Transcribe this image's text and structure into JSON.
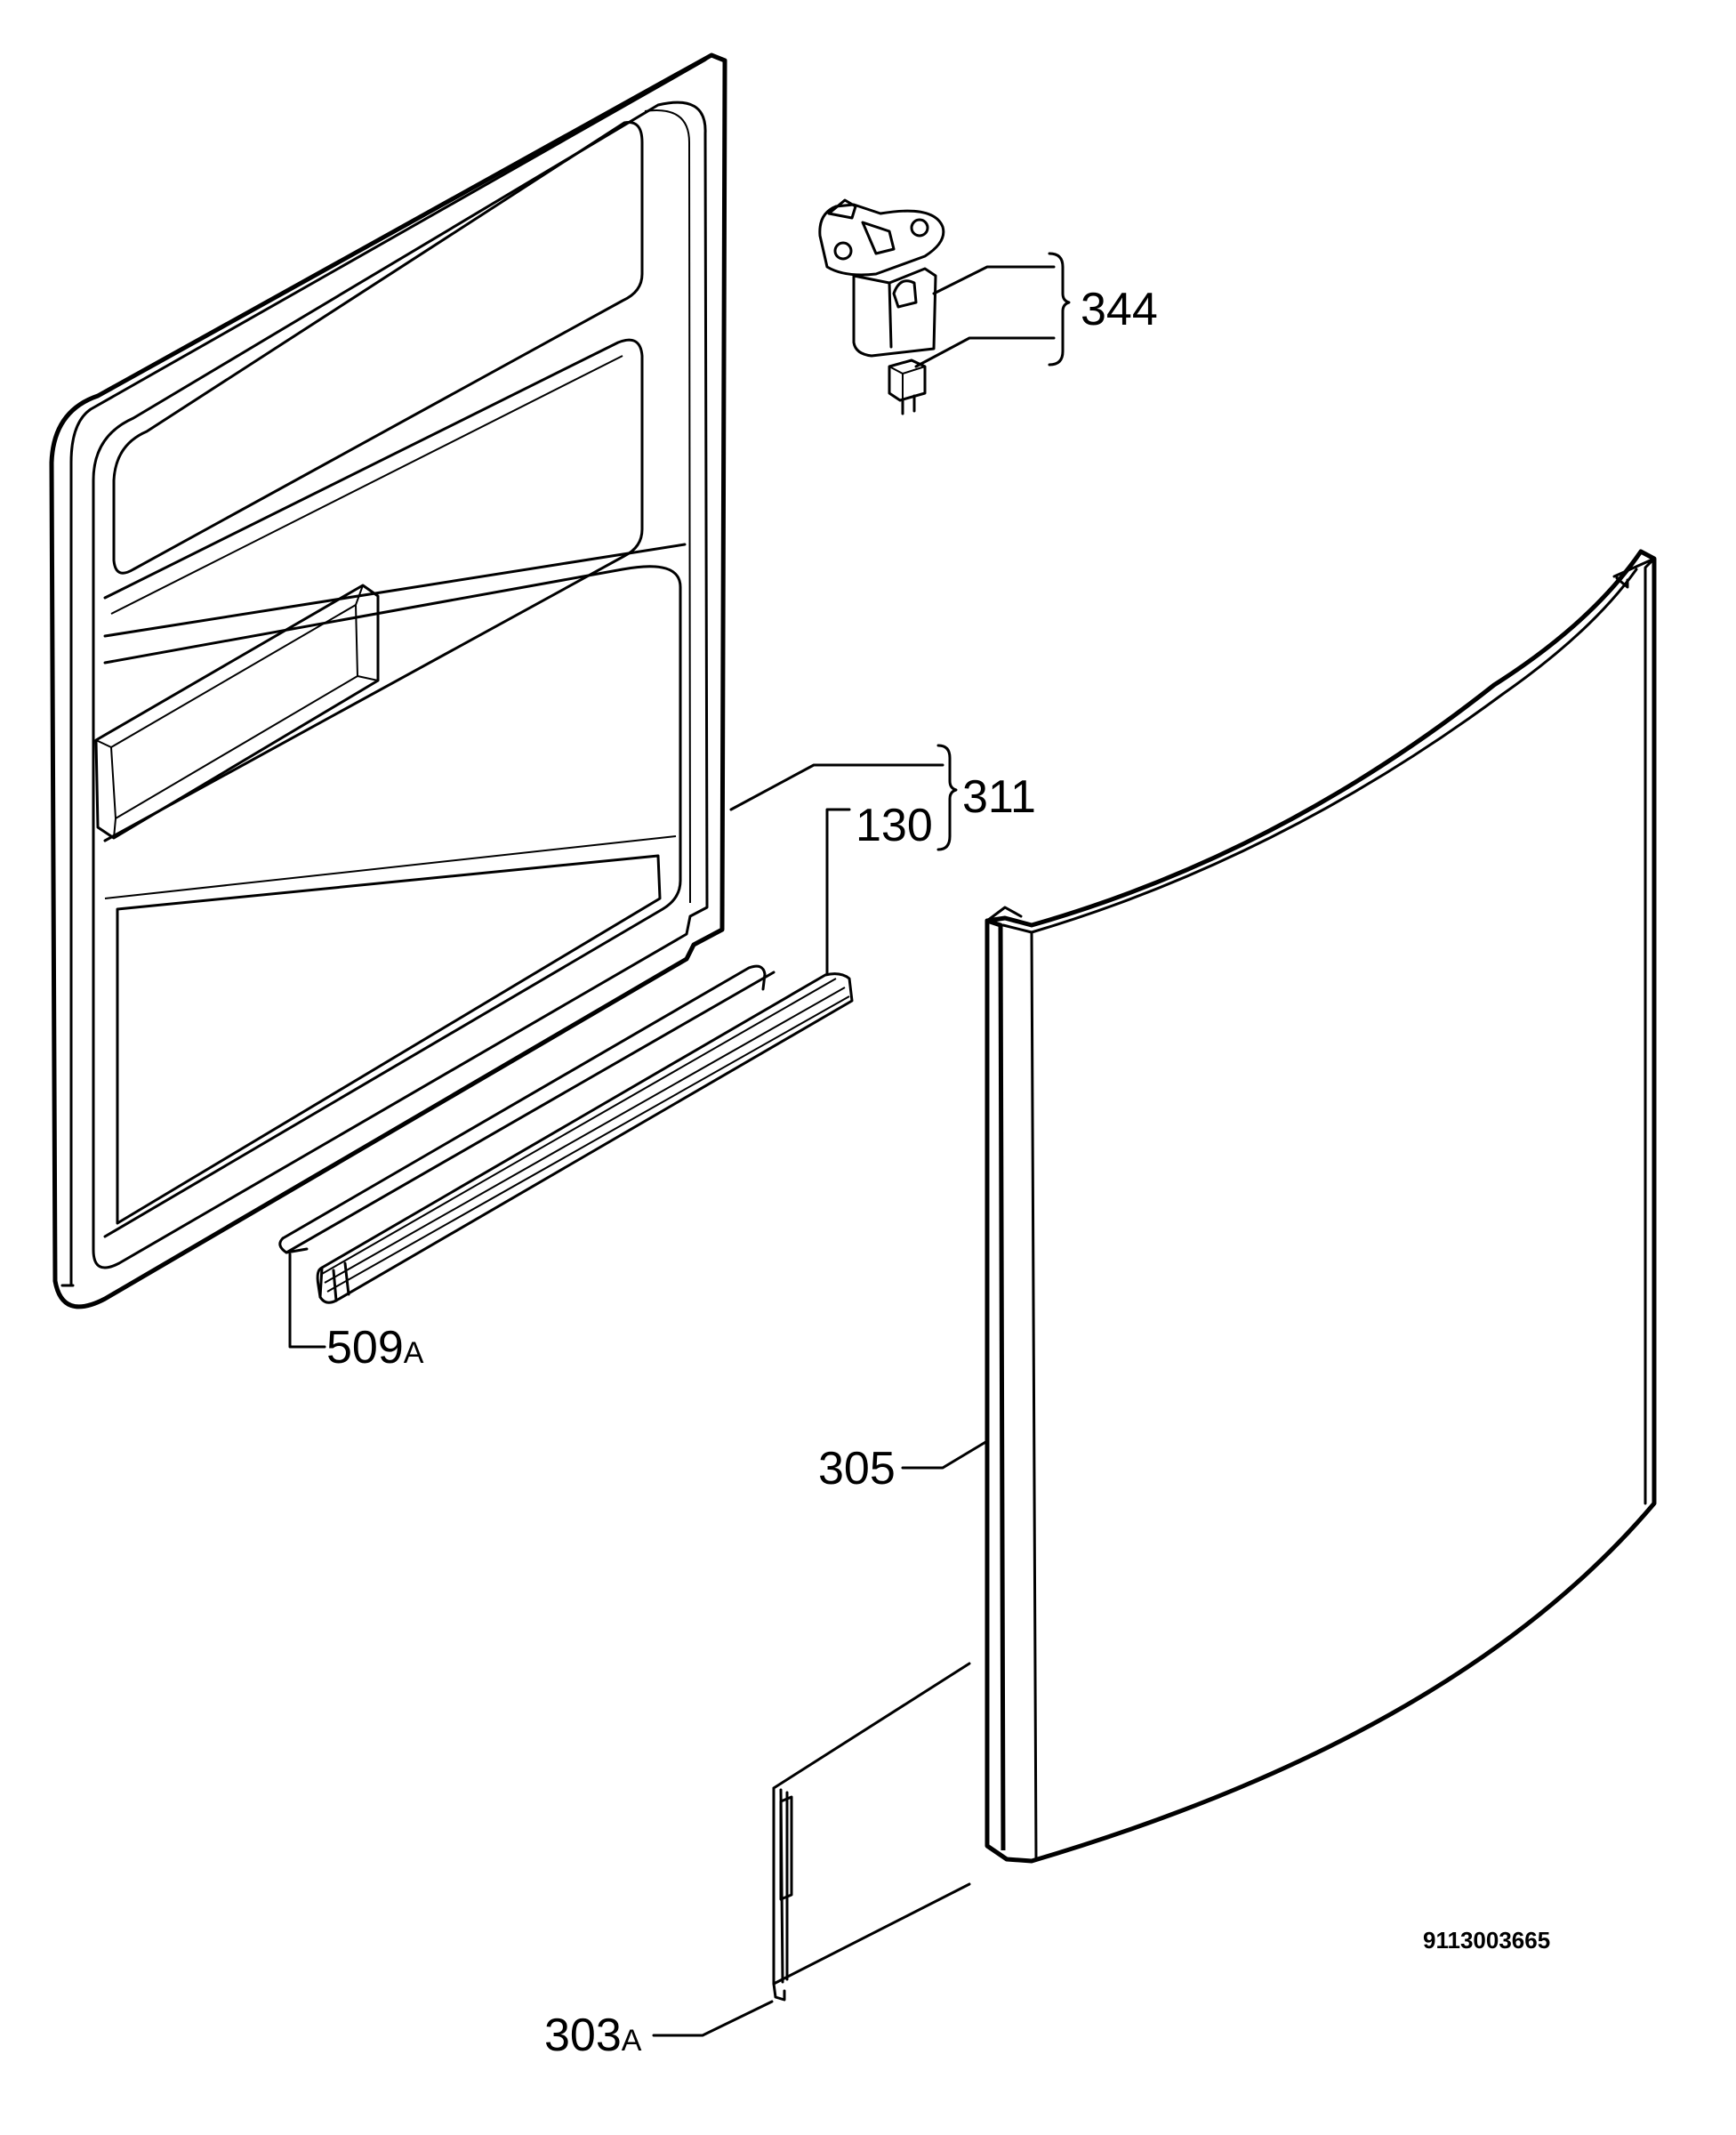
{
  "labels": {
    "p344": "344",
    "p311": "311",
    "p130": "130",
    "p509_num": "509",
    "p509_suffix": "A",
    "p305": "305",
    "p303_num": "303",
    "p303_suffix": "A"
  },
  "drawing_code": "9113003665"
}
